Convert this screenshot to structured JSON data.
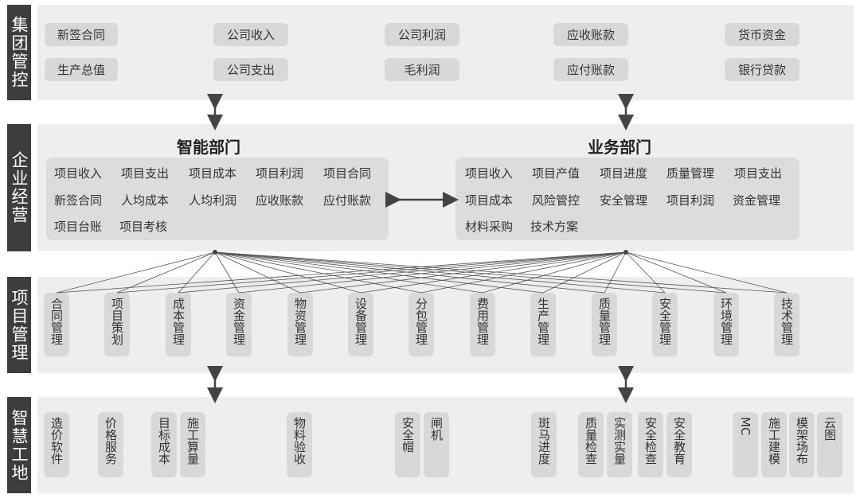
{
  "sections": {
    "group": "集团管控",
    "enterprise": "企业经营",
    "project": "项目管理",
    "site": "智慧工地"
  },
  "group_items": {
    "row1": [
      "新签合同",
      "公司收入",
      "公司利润",
      "应收账款",
      "货币资金"
    ],
    "row2": [
      "生产总值",
      "公司支出",
      "毛利润",
      "应付账款",
      "银行贷款"
    ]
  },
  "smart_dept": {
    "title": "智能部门",
    "rows": [
      [
        "项目收入",
        "项目支出",
        "项目成本",
        "项目利润",
        "项目合同"
      ],
      [
        "新签合同",
        "人均成本",
        "人均利润",
        "应收账款",
        "应付账款"
      ],
      [
        "项目台账",
        "项目考核"
      ]
    ]
  },
  "business_dept": {
    "title": "业务部门",
    "rows": [
      [
        "项目收入",
        "项目产值",
        "项目进度",
        "质量管理",
        "项目支出"
      ],
      [
        "项目成本",
        "风险管控",
        "安全管理",
        "项目利润",
        "资金管理"
      ],
      [
        "材料采购",
        "技术方案"
      ]
    ]
  },
  "project_items": [
    "合同管理",
    "项目策划",
    "成本管理",
    "资金管理",
    "物资管理",
    "设备管理",
    "分包管理",
    "费用管理",
    "生产管理",
    "质量管理",
    "安全管理",
    "环境管理",
    "技术管理"
  ],
  "site_items": [
    "造价软件",
    "价格服务",
    "目标成本",
    "施工算量",
    "物料验收",
    "安全帽",
    "闸机",
    "斑马进度",
    "质量检查",
    "实测实量",
    "安全检查",
    "安全教育",
    "MC",
    "施工建模",
    "模架场布",
    "云图"
  ]
}
